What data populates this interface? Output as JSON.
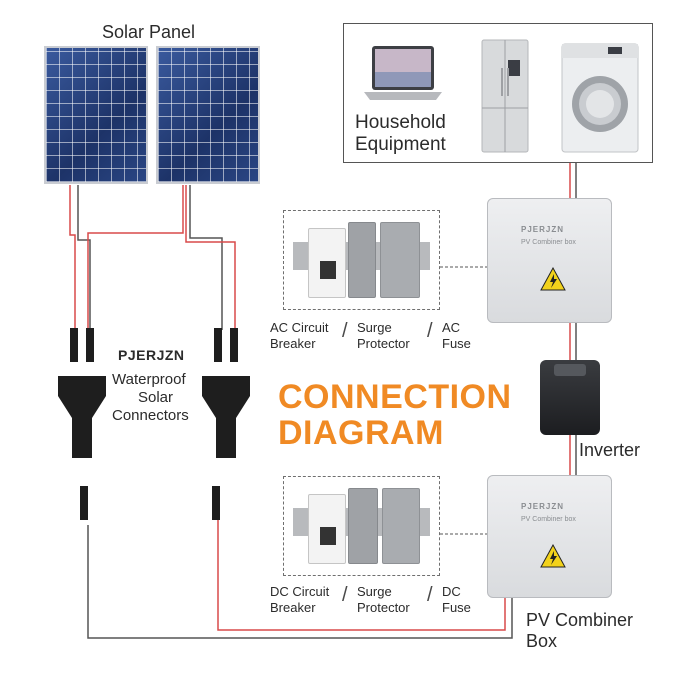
{
  "labels": {
    "solar_panel": "Solar Panel",
    "household_line1": "Household",
    "household_line2": "Equipment",
    "brand": "PJERJZN",
    "waterproof_line1": "Waterproof",
    "waterproof_line2": "Solar",
    "waterproof_line3": "Connectors",
    "title_line1": "CONNECTION",
    "title_line2": "DIAGRAM",
    "inverter": "Inverter",
    "pv_combiner_line1": "PV Combiner",
    "pv_combiner_line2": "Box",
    "ac_breaker_line1": "AC Circuit",
    "ac_breaker_line2": "Breaker",
    "ac_surge_line1": "Surge",
    "ac_surge_line2": "Protector",
    "ac_fuse_line1": "AC",
    "ac_fuse_line2": "Fuse",
    "dc_breaker_line1": "DC Circuit",
    "dc_breaker_line2": "Breaker",
    "dc_surge_line1": "Surge",
    "dc_surge_line2": "Protector",
    "dc_fuse_line1": "DC",
    "dc_fuse_line2": "Fuse",
    "box_brand": "PJERJZN",
    "box_sub": "PV Combiner box"
  },
  "colors": {
    "title_orange": "#f08a24",
    "wire_red": "#d94a4a",
    "wire_dark": "#555555",
    "panel_blue": "#27407a"
  },
  "icons": [
    "laptop-icon",
    "refrigerator-icon",
    "washing-machine-icon",
    "warning-icon"
  ]
}
